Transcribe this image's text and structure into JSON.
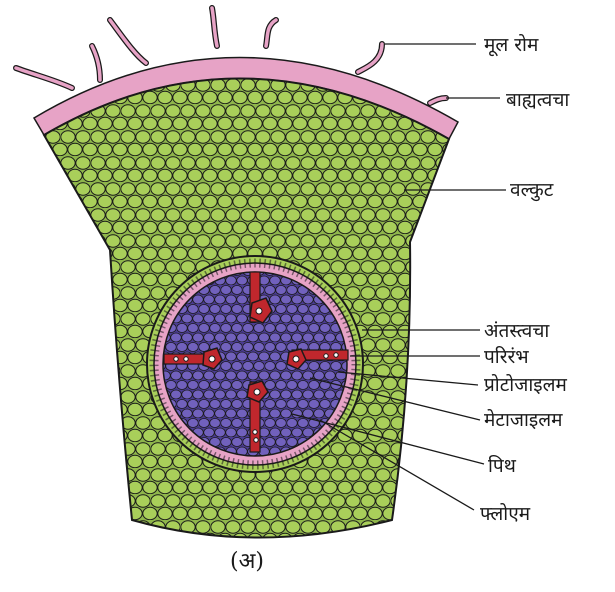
{
  "diagram": {
    "caption": "(अ)",
    "labels": {
      "root_hair": "मूल रोम",
      "epidermis": "बाह्यत्वचा",
      "cortex": "वल्कुट",
      "endodermis": "अंतस्त्वचा",
      "pericycle": "परिरंभ",
      "protoxylem": "प्रोटोजाइलम",
      "metaxylem": "मेटाजाइलम",
      "pith": "पिथ",
      "phloem": "फ्लोएम"
    },
    "colors": {
      "cortex_cell": "#a9cf5a",
      "epidermis": "#e7a3c6",
      "stele_cell": "#7161bd",
      "xylem": "#c0272d",
      "outline": "#1a1a1a"
    }
  }
}
